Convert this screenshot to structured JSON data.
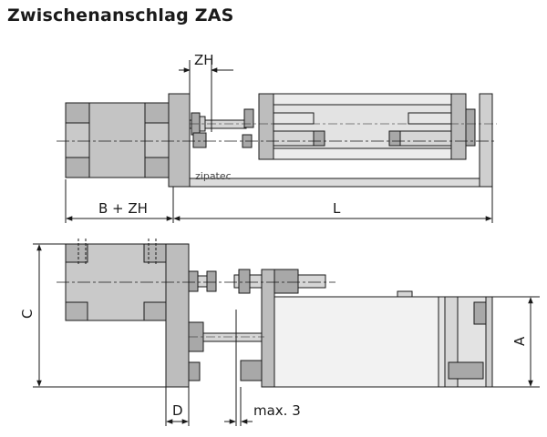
{
  "title": "Zwischenanschlag ZAS",
  "brand": "zipatec",
  "labels": {
    "zh": "ZH",
    "b_plus_zh": "B + ZH",
    "l": "L",
    "c": "C",
    "a": "A",
    "d": "D",
    "max3": "max. 3"
  },
  "colors": {
    "body": "#c9c9c9",
    "body_dark": "#a8a8a8",
    "plate": "#bdbdbd",
    "outline": "#1a1a1a"
  }
}
